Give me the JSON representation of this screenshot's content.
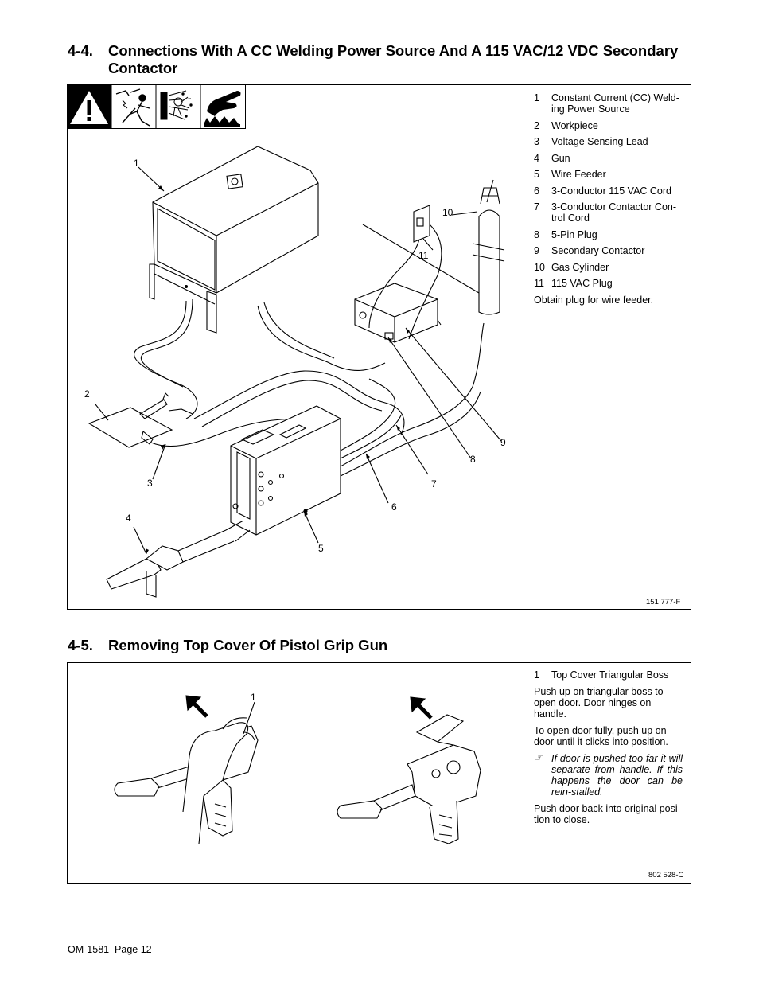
{
  "section1": {
    "number": "4-4.",
    "title": "Connections With A CC Welding Power Source And A 115 VAC/12 VDC Secondary Contactor",
    "legend": [
      {
        "n": "1",
        "text": "Constant Current (CC) Weld-ing Power Source"
      },
      {
        "n": "2",
        "text": "Workpiece"
      },
      {
        "n": "3",
        "text": "Voltage Sensing Lead"
      },
      {
        "n": "4",
        "text": "Gun"
      },
      {
        "n": "5",
        "text": "Wire Feeder"
      },
      {
        "n": "6",
        "text": "3-Conductor 115 VAC Cord"
      },
      {
        "n": "7",
        "text": "3-Conductor Contactor Con-trol Cord"
      },
      {
        "n": "8",
        "text": "5-Pin Plug"
      },
      {
        "n": "9",
        "text": "Secondary Contactor"
      },
      {
        "n": "10",
        "text": "Gas Cylinder"
      },
      {
        "n": "11",
        "text": "115 VAC Plug"
      }
    ],
    "note": "Obtain plug for wire feeder.",
    "drawing_code": "151 777-F",
    "callouts": [
      "1",
      "2",
      "3",
      "4",
      "5",
      "6",
      "7",
      "8",
      "9",
      "10",
      "11"
    ]
  },
  "section2": {
    "number": "4-5.",
    "title": "Removing Top Cover Of Pistol Grip Gun",
    "legend_item": {
      "n": "1",
      "text": "Top Cover Triangular Boss"
    },
    "para1": "Push up on triangular boss to open door. Door hinges on handle.",
    "para2": "To open door fully, push up on door until it clicks into position.",
    "note": "If door is pushed too far it will separate from handle. If this happens the door can be rein-stalled.",
    "para3": "Push door back into original posi-tion to close.",
    "drawing_code": "802 528-C",
    "callout": "1"
  },
  "footer": "OM-1581  Page 12",
  "icons": [
    "warning-triangle-icon",
    "electric-shock-icon",
    "arc-rays-sparks-icon",
    "hot-surface-icon",
    "pointing-hand-note-icon"
  ]
}
